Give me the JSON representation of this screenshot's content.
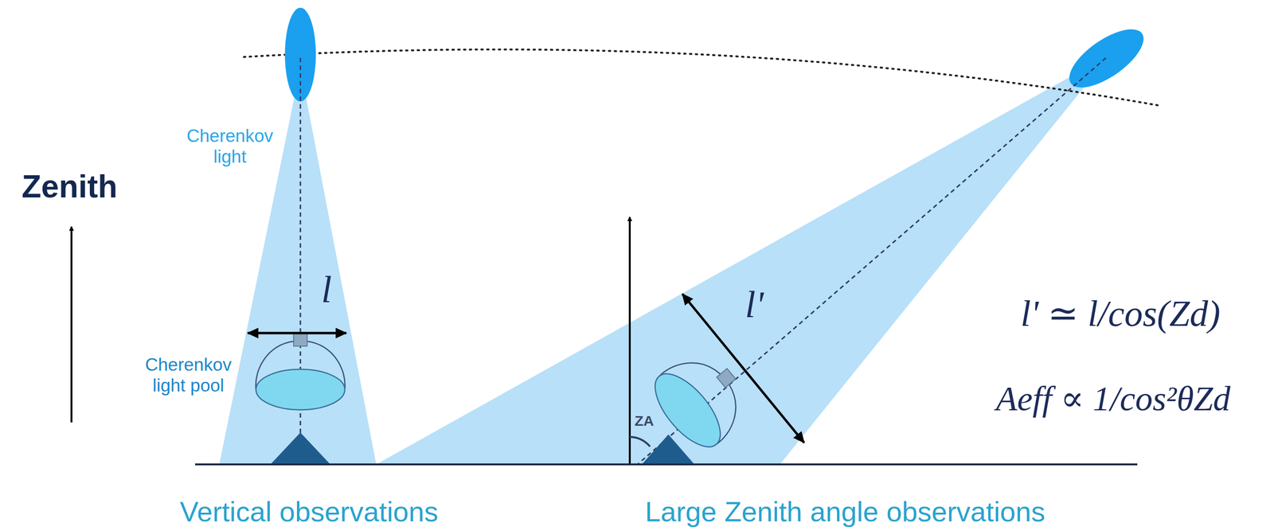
{
  "diagram": {
    "labels": [
      "Cherenkov light",
      "Zenith",
      "l",
      "Cherenkov light pool",
      "l'",
      "ZA",
      "l' ≃ l/cos(Zd)",
      "Aeff ∝ 1/cos²θZd",
      "Vertical observations",
      "Large Zenith angle observations"
    ]
  }
}
